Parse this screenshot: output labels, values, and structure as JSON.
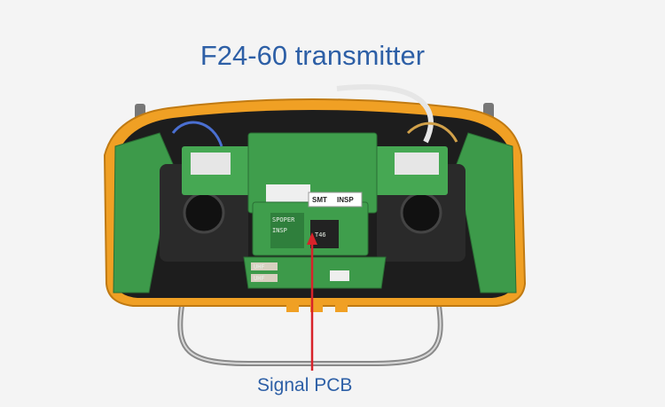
{
  "title": "F24-60 transmitter",
  "caption": "Signal PCB",
  "pcb_labels": {
    "brand": "SPOPER",
    "insp_left": "INSP",
    "smt": "SMT",
    "insp_right": "INSP",
    "chip": "T46",
    "uhf_top": "UHF",
    "uhf_bottom": "UHF"
  },
  "colors": {
    "title": "#2d5fa6",
    "arrow": "#d8232a",
    "housing": "#f0a024",
    "pcb": "#3d9a4a"
  }
}
